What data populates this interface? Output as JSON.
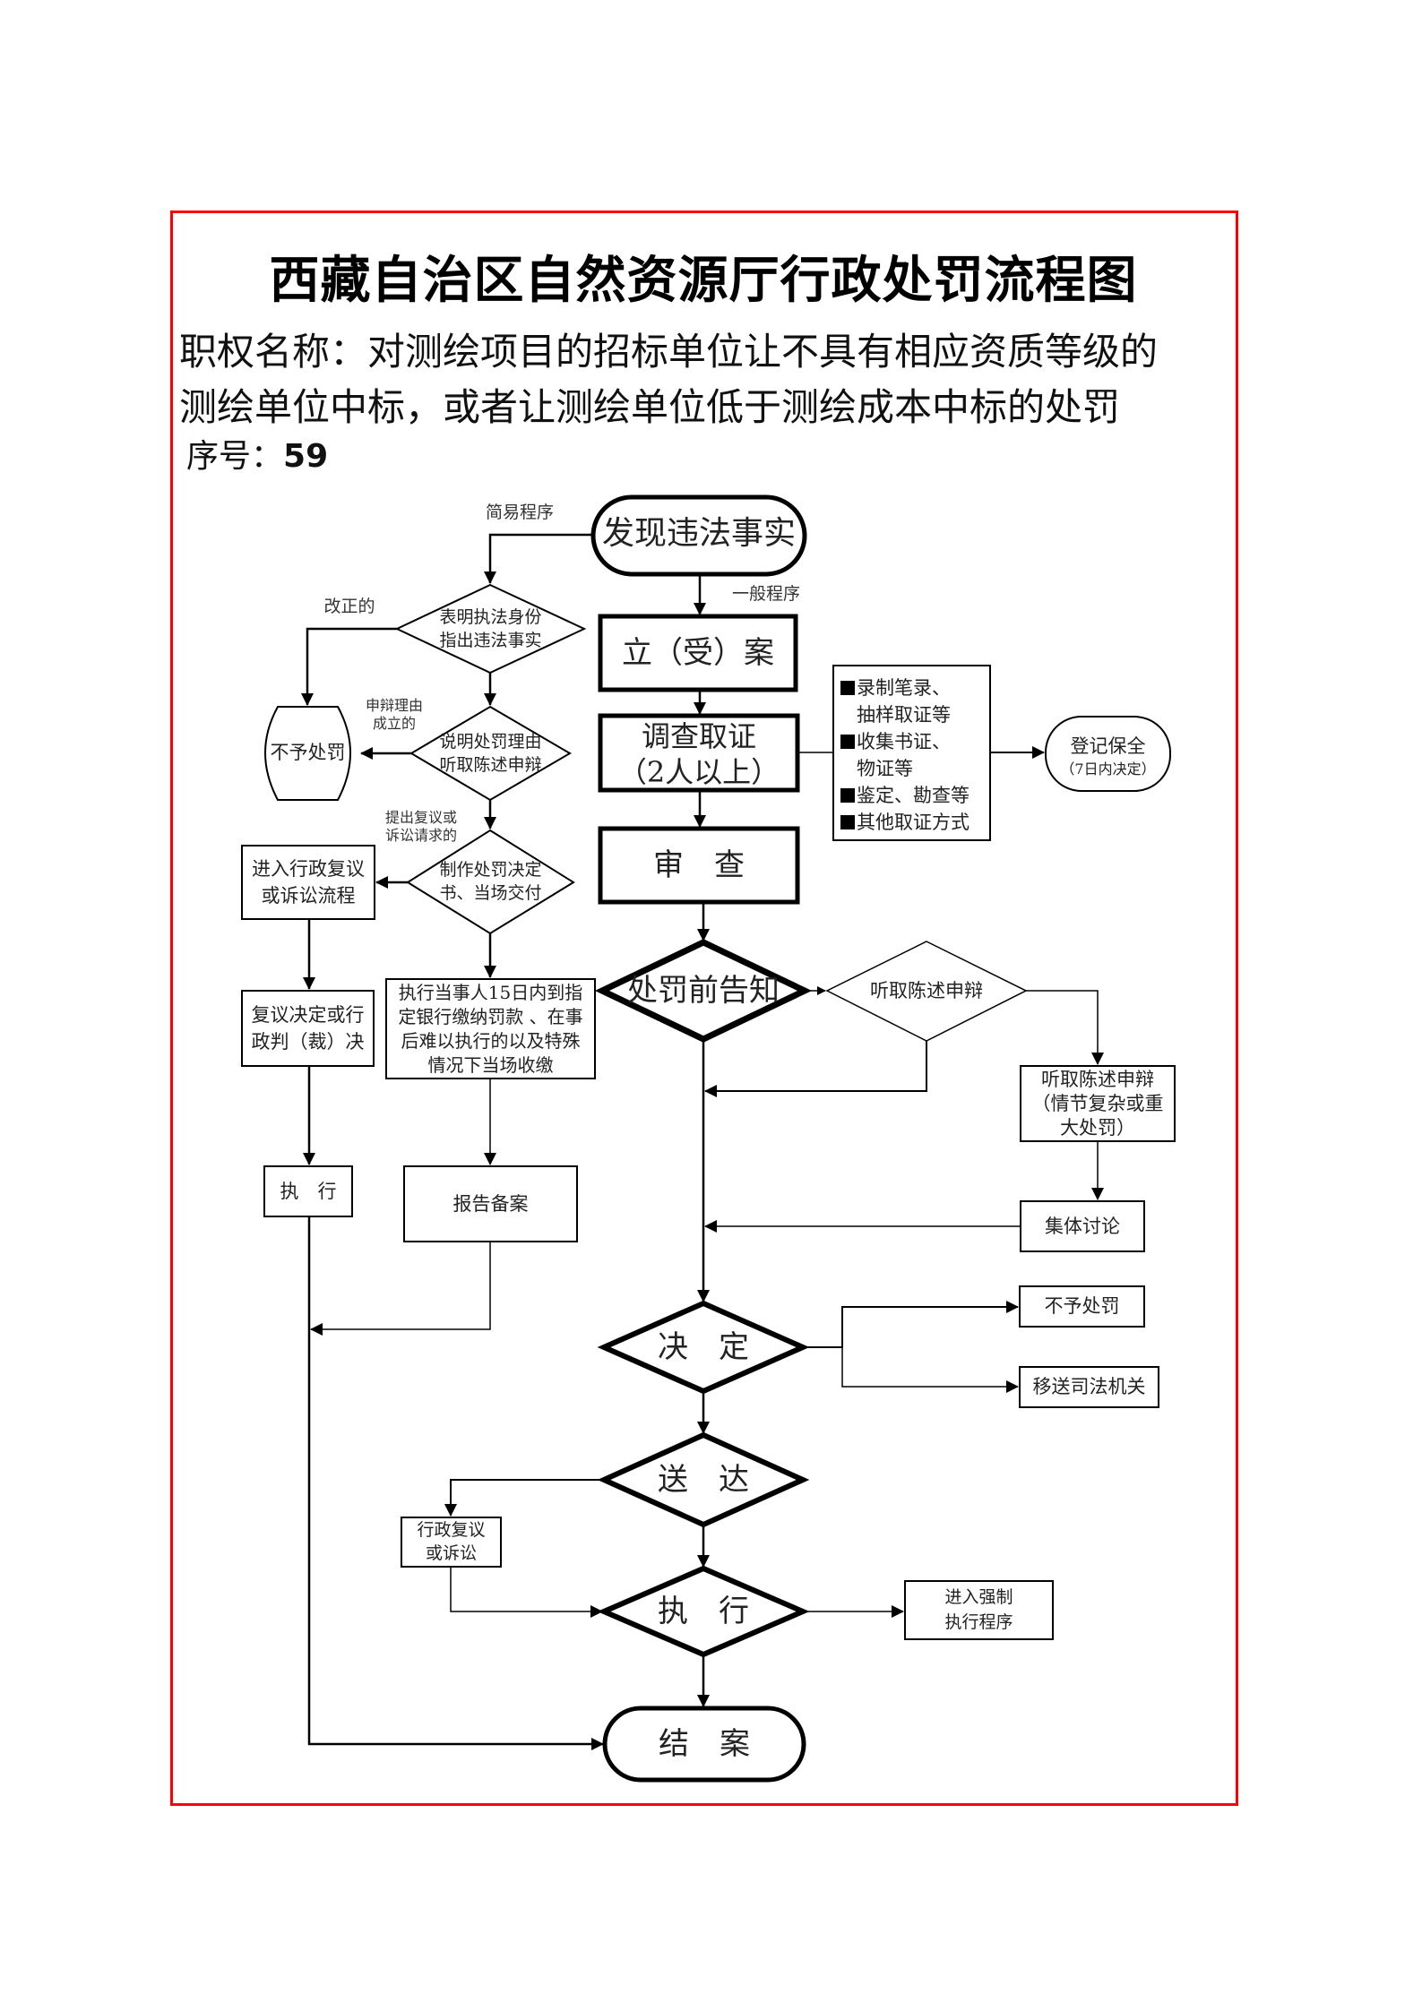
{
  "document": {
    "title": "西藏自治区自然资源厅行政处罚流程图",
    "authority_line1": "职权名称：对测绘项目的招标单位让不具有相应资质等级的",
    "authority_line2": "测绘单位中标，或者让测绘单位低于测绘成本中标的处罚",
    "serial_label": "序号：",
    "serial_value": "59",
    "border_color": "#ff0000"
  },
  "flow": {
    "start": "发现违法事实",
    "simple_procedure": "简易程序",
    "general_procedure": "一般程序",
    "corrected": "改正的",
    "show_identity": [
      "表明执法身份",
      "指出违法事实"
    ],
    "no_penalty_left": "不予处罚",
    "defense_valid": [
      "申辩理由",
      "成立的"
    ],
    "explain_reason": [
      "说明处罚理由",
      "听取陈述申辩"
    ],
    "request_review": [
      "提出复议或",
      "诉讼请求的"
    ],
    "make_decision": [
      "制作处罚决定",
      "书、当场交付"
    ],
    "enter_review": [
      "进入行政复议",
      "或诉讼流程"
    ],
    "review_result": [
      "复议决定或行",
      "政判（裁）决"
    ],
    "execute_left": "执　行",
    "onsite_payment": [
      "执行当事人15日内到指",
      "定银行缴纳罚款 、在事",
      "后难以执行的以及特殊",
      "情况下当场收缴"
    ],
    "report_file": "报告备案",
    "file_case": "立（受）案",
    "investigate": [
      "调查取证",
      "（2人以上）"
    ],
    "evidence_methods": [
      [
        "录制笔录、",
        "抽样取证等"
      ],
      [
        "收集书证、",
        "物证等"
      ],
      [
        "鉴定、勘查等"
      ],
      [
        "其他取证方式"
      ]
    ],
    "preserve": [
      "登记保全",
      "（7日内决定）"
    ],
    "review": "审　查",
    "pre_notice": "处罚前告知",
    "hear_defense": "听取陈述申辩",
    "hear_defense_box": [
      "听取陈述申辩",
      "（情节复杂或重",
      "大处罚）"
    ],
    "group_discussion": "集体讨论",
    "decision": "决　定",
    "no_penalty_right": "不予处罚",
    "transfer_judicial": "移送司法机关",
    "deliver": "送　达",
    "admin_review": [
      "行政复议",
      "或诉讼"
    ],
    "execute": "执　行",
    "enforce": [
      "进入强制",
      "执行程序"
    ],
    "close_case": "结　案"
  }
}
